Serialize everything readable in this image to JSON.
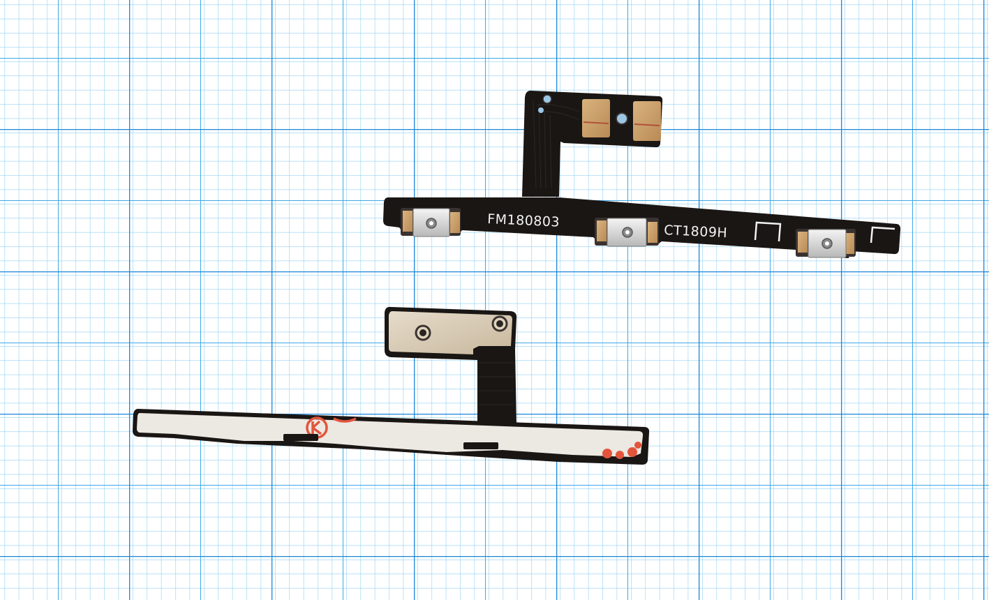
{
  "photo": {
    "subject": "Flex cable with power and volume buttons on millimeter grid paper",
    "upper_cable": {
      "marking_1": "FM180803",
      "marking_2": "CT1809H"
    },
    "colors": {
      "paper": "#ffffff",
      "grid_fine": "#8fd0f2",
      "grid_medium": "#3fa7e6",
      "grid_major": "#1c86d8",
      "pcb": "#1a1614",
      "copper": "#c9a06e",
      "stiffener": "#d8ccb8",
      "adhesive": "#ece8e2",
      "stamp_red": "#e2553c"
    }
  }
}
